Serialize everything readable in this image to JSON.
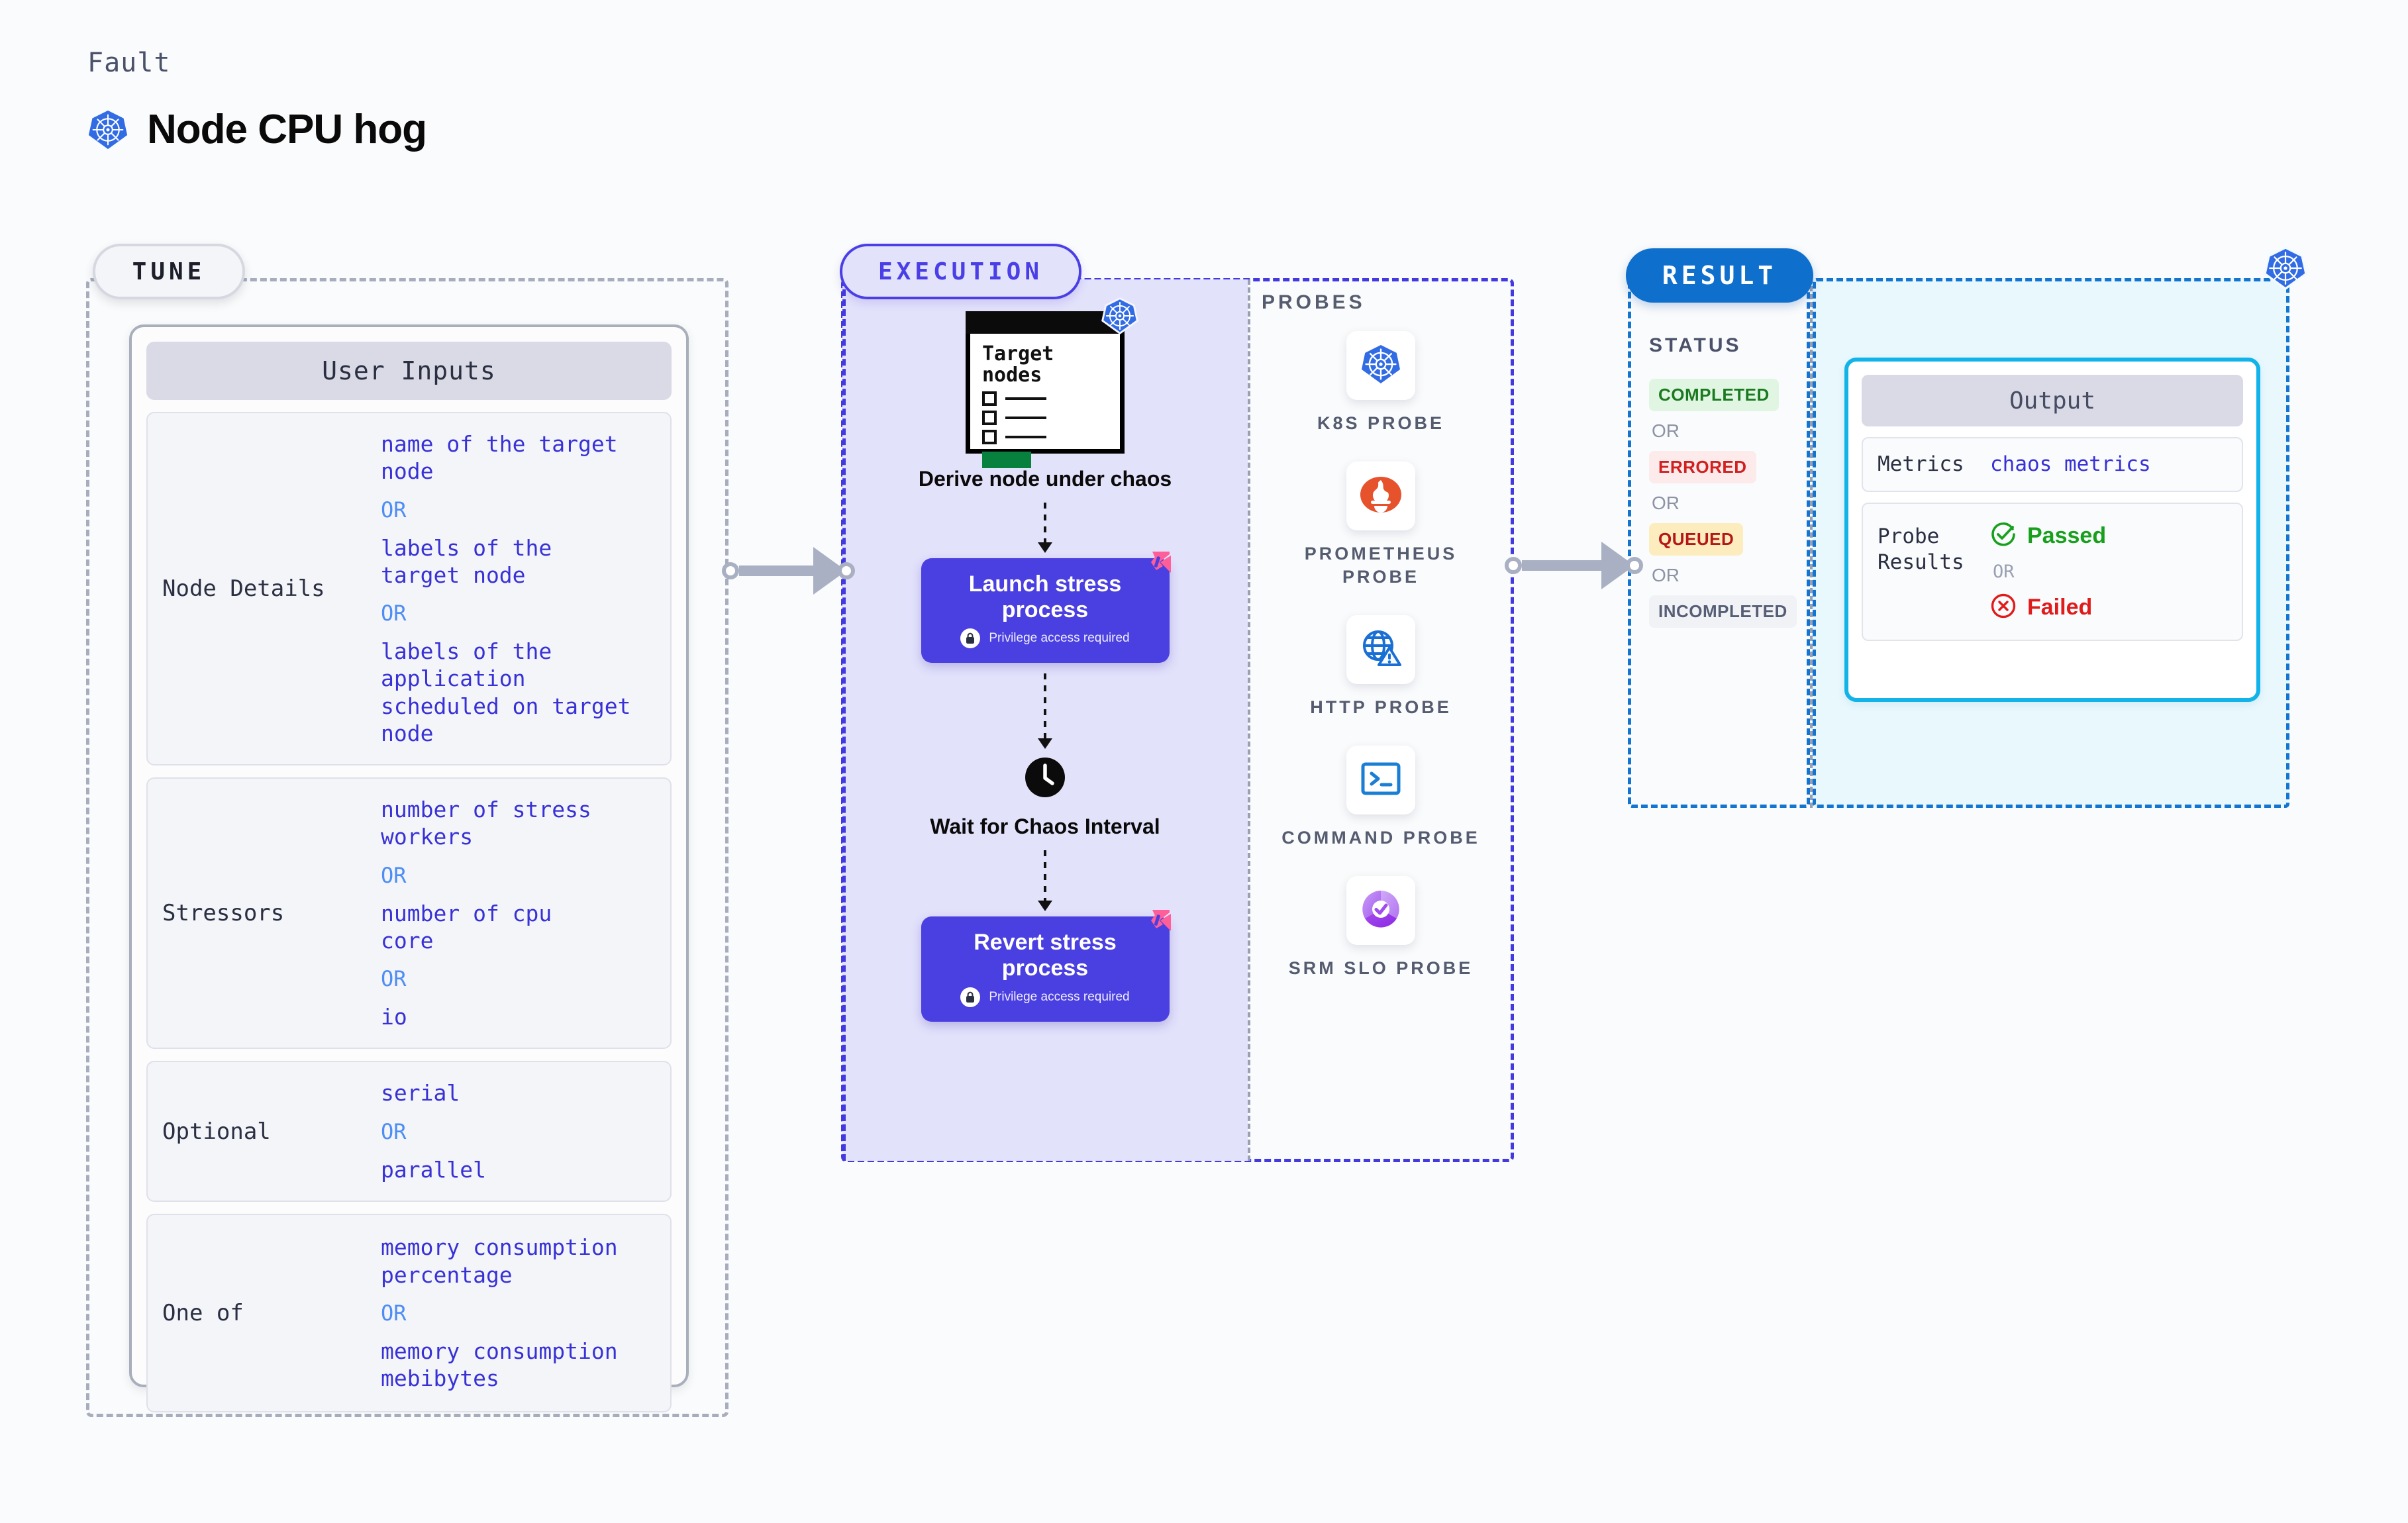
{
  "header": {
    "fault_label": "Fault",
    "fault_title": "Node CPU hog",
    "fault_icon": "kubernetes-icon"
  },
  "tune": {
    "badge": "TUNE",
    "card_title": "User Inputs",
    "groups": [
      {
        "label": "Node Details",
        "options": [
          "name of the target\nnode",
          "labels of the\ntarget node",
          "labels of the application\n scheduled on target node"
        ],
        "separator": "OR"
      },
      {
        "label": "Stressors",
        "options": [
          "number of stress\nworkers",
          "number of cpu\ncore",
          "io"
        ],
        "separator": "OR"
      },
      {
        "label": "Optional",
        "options": [
          "serial",
          "parallel"
        ],
        "separator": "OR"
      },
      {
        "label": "One of",
        "options": [
          "memory consumption\npercentage",
          "memory consumption\nmebibytes"
        ],
        "separator": "OR"
      }
    ]
  },
  "execution": {
    "badge": "EXECUTION",
    "steps": [
      {
        "icon": "target-nodes-card-icon",
        "card_title": "Target\nnodes",
        "caption": "Derive node under chaos",
        "type": "card"
      },
      {
        "title": "Launch stress process",
        "privilege": "Privilege access required",
        "privilege_icon": "lock-icon",
        "brand_icon": "harness-logo-icon",
        "type": "action"
      },
      {
        "icon": "clock-icon",
        "caption": "Wait for Chaos Interval",
        "type": "wait"
      },
      {
        "title": "Revert stress process",
        "privilege": "Privilege access required",
        "privilege_icon": "lock-icon",
        "brand_icon": "harness-logo-icon",
        "type": "action"
      }
    ]
  },
  "probes": {
    "label": "PROBES",
    "items": [
      {
        "name": "K8S PROBE",
        "icon": "kubernetes-icon"
      },
      {
        "name": "PROMETHEUS PROBE",
        "icon": "prometheus-icon"
      },
      {
        "name": "HTTP PROBE",
        "icon": "globe-warning-icon"
      },
      {
        "name": "COMMAND PROBE",
        "icon": "terminal-icon"
      },
      {
        "name": "SRM SLO PROBE",
        "icon": "srm-slo-icon"
      }
    ]
  },
  "result": {
    "badge": "RESULT",
    "status_label": "STATUS",
    "separator": "OR",
    "statuses": [
      {
        "text": "COMPLETED",
        "color": "#1a7a1f",
        "bg": "#e1f6e2"
      },
      {
        "text": "ERRORED",
        "color": "#d12020",
        "bg": "#fdeaea"
      },
      {
        "text": "QUEUED",
        "color": "#b51616",
        "bg": "#fdedbe"
      },
      {
        "text": "INCOMPLETED",
        "color": "#565e75",
        "bg": "#f1f2f6"
      }
    ],
    "corner_icon": "kubernetes-icon"
  },
  "output": {
    "title": "Output",
    "metrics_label": "Metrics",
    "metrics_value": "chaos metrics",
    "probe_results_label": "Probe\nResults",
    "probe_results": [
      {
        "text": "Passed",
        "icon": "check-circle-icon",
        "color": "#18a01c"
      },
      {
        "text": "Failed",
        "icon": "x-circle-icon",
        "color": "#e01b1b"
      }
    ],
    "separator": "OR"
  },
  "colors": {
    "accent_purple": "#4a3fe0",
    "accent_blue": "#0f6fcd",
    "k8s_blue": "#326ce5",
    "harness_pink": "#ff5e98",
    "output_border": "#11b3e8"
  }
}
